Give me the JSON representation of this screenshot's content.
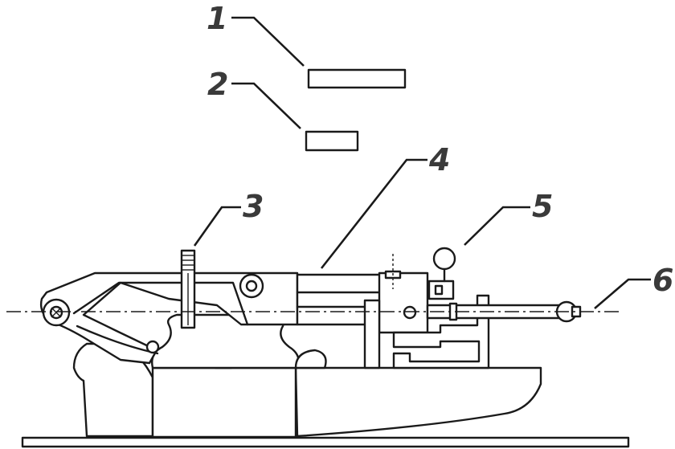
{
  "diagram": {
    "callouts": [
      "1",
      "2",
      "3",
      "4",
      "5",
      "6"
    ],
    "colors": {
      "line": "#1a1a1a",
      "callout_text": "#3a3a3a",
      "background": "#ffffff"
    }
  }
}
